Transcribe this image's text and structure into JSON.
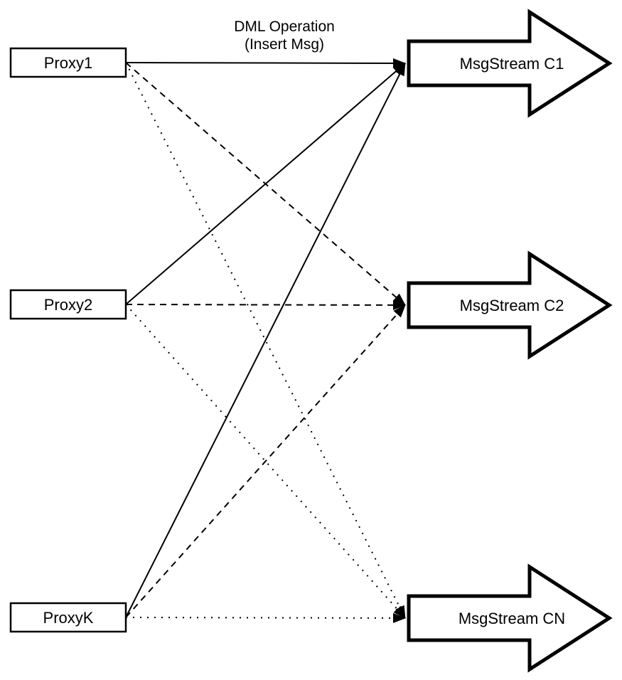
{
  "diagram": {
    "annotation": {
      "line1": "DML Operation",
      "line2": "(Insert Msg)"
    },
    "proxies": [
      {
        "id": "proxy1",
        "label": "Proxy1"
      },
      {
        "id": "proxy2",
        "label": "Proxy2"
      },
      {
        "id": "proxyk",
        "label": "ProxyK"
      }
    ],
    "streams": [
      {
        "id": "c1",
        "label": "MsgStream C1"
      },
      {
        "id": "c2",
        "label": "MsgStream C2"
      },
      {
        "id": "cn",
        "label": "MsgStream CN"
      }
    ],
    "edges": [
      {
        "from": "proxy1",
        "to": "c1",
        "style": "solid"
      },
      {
        "from": "proxy1",
        "to": "c2",
        "style": "dashed"
      },
      {
        "from": "proxy1",
        "to": "cn",
        "style": "dotted"
      },
      {
        "from": "proxy2",
        "to": "c1",
        "style": "solid"
      },
      {
        "from": "proxy2",
        "to": "c2",
        "style": "dashed"
      },
      {
        "from": "proxy2",
        "to": "cn",
        "style": "dotted"
      },
      {
        "from": "proxyk",
        "to": "c1",
        "style": "solid"
      },
      {
        "from": "proxyk",
        "to": "c2",
        "style": "dashed"
      },
      {
        "from": "proxyk",
        "to": "cn",
        "style": "dotted"
      }
    ],
    "colors": {
      "stroke": "#000000",
      "fill": "#ffffff"
    }
  }
}
